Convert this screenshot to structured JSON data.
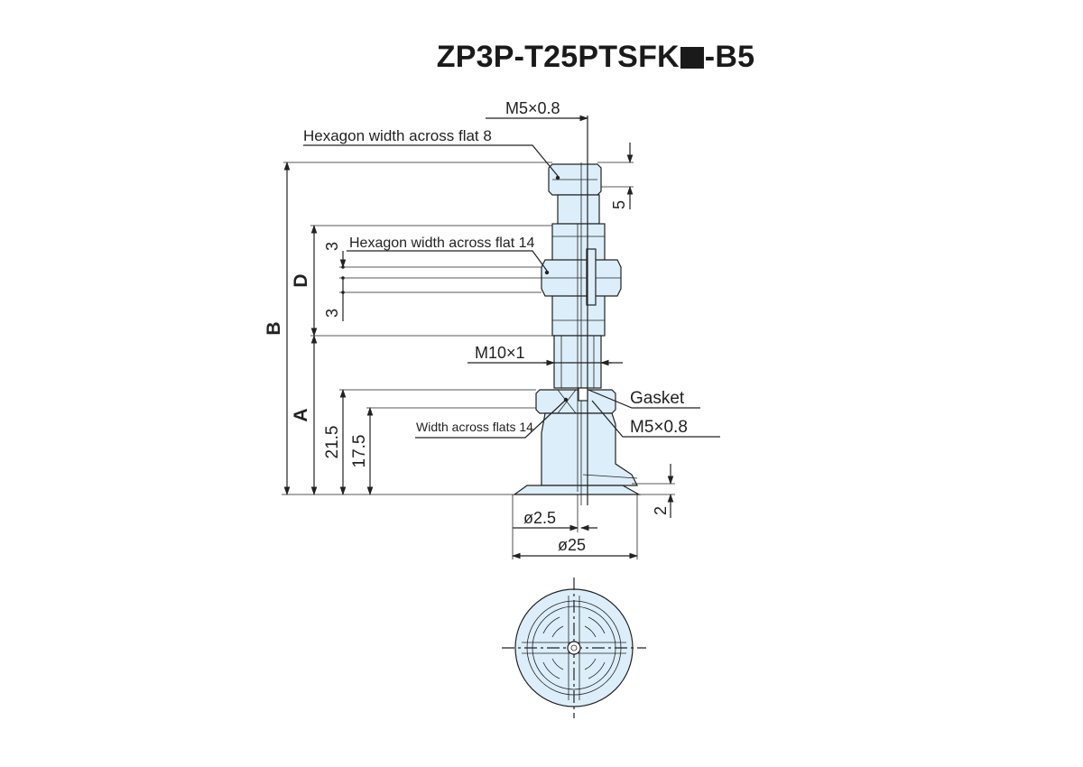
{
  "title": {
    "prefix": "ZP3P-T25PTSFK",
    "suffix": "-B5"
  },
  "labels": {
    "top_thread": "M5×0.8",
    "hex_top": "Hexagon width across flat 8",
    "hex_mid": "Hexagon width across flat 14",
    "m10": "M10×1",
    "gasket": "Gasket",
    "side_thread": "M5×0.8",
    "width_flats": "Width across flats 14"
  },
  "dimensions": {
    "d5": "5",
    "d3_top": "3",
    "d3_bottom": "3",
    "D": "D",
    "B": "B",
    "A": "A",
    "d21_5": "21.5",
    "d17_5": "17.5",
    "d2": "2",
    "dia2_5": "ø2.5",
    "dia25": "ø25"
  },
  "colors": {
    "part_fill": "#dceefa",
    "line": "#222222"
  }
}
